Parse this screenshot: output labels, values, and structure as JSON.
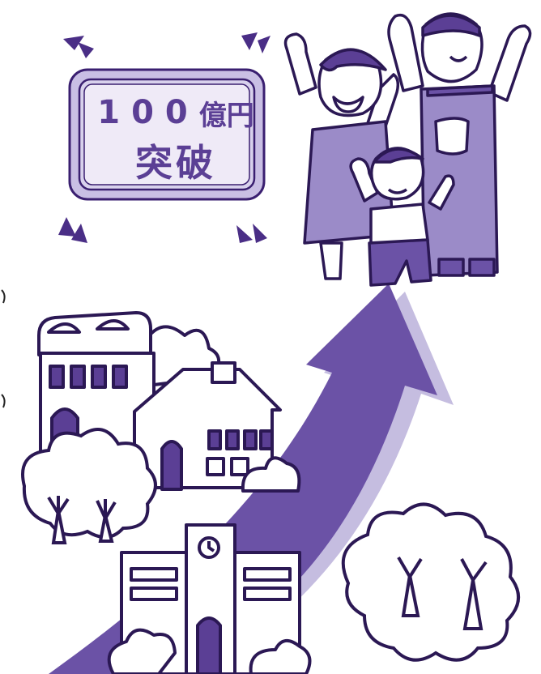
{
  "sign": {
    "amount": "100",
    "unit": "億円",
    "line2": "突破"
  },
  "colors": {
    "accent": "#6b52a6",
    "light": "#b9addb",
    "lighter": "#d6cfea",
    "outline": "#3a1f70",
    "skin": "#ffffff"
  },
  "icons": {
    "burst": "burst-mark-icon",
    "arrow": "growth-arrow-icon",
    "family": "family-cheering-icon",
    "houses": "houses-icon",
    "trees": "trees-icon",
    "school": "school-building-icon"
  }
}
